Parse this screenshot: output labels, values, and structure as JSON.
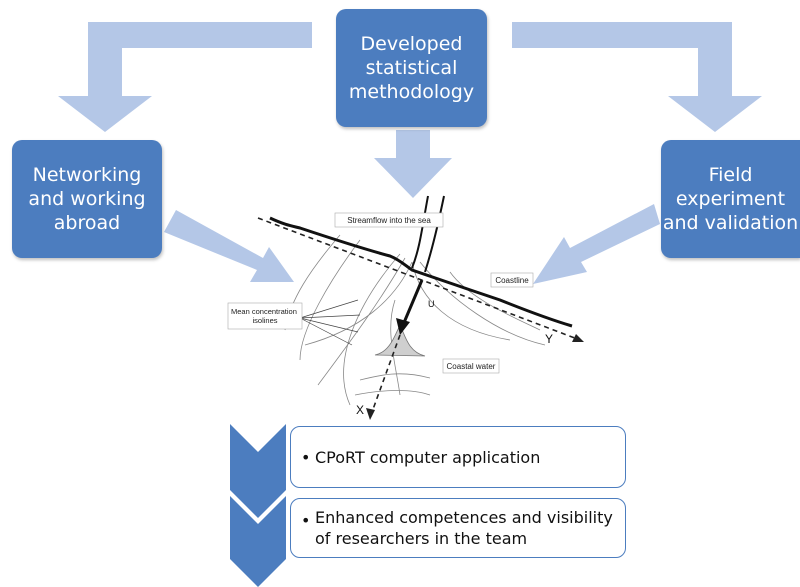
{
  "boxes": {
    "center": "Developed\nstatistical\nmethodology",
    "left": "Networking\nand working\nabroad",
    "right": "Field\nexperiment\nand validation"
  },
  "sketch": {
    "streamflow": "Streamflow into the sea",
    "coastline": "Coastline",
    "isolines": "Mean concentration\nisolines",
    "coastal_water": "Coastal water",
    "axis_x": "X",
    "axis_y": "Y",
    "velocity": "U"
  },
  "results": {
    "bullet": "•",
    "item1": "CPoRT computer application",
    "item2": "Enhanced competences and visibility\nof researchers in the team"
  },
  "colors": {
    "box_fill": "#4c7dbf",
    "arrow_fill": "#b4c7e7",
    "chevron_fill": "#4c7dbf"
  }
}
